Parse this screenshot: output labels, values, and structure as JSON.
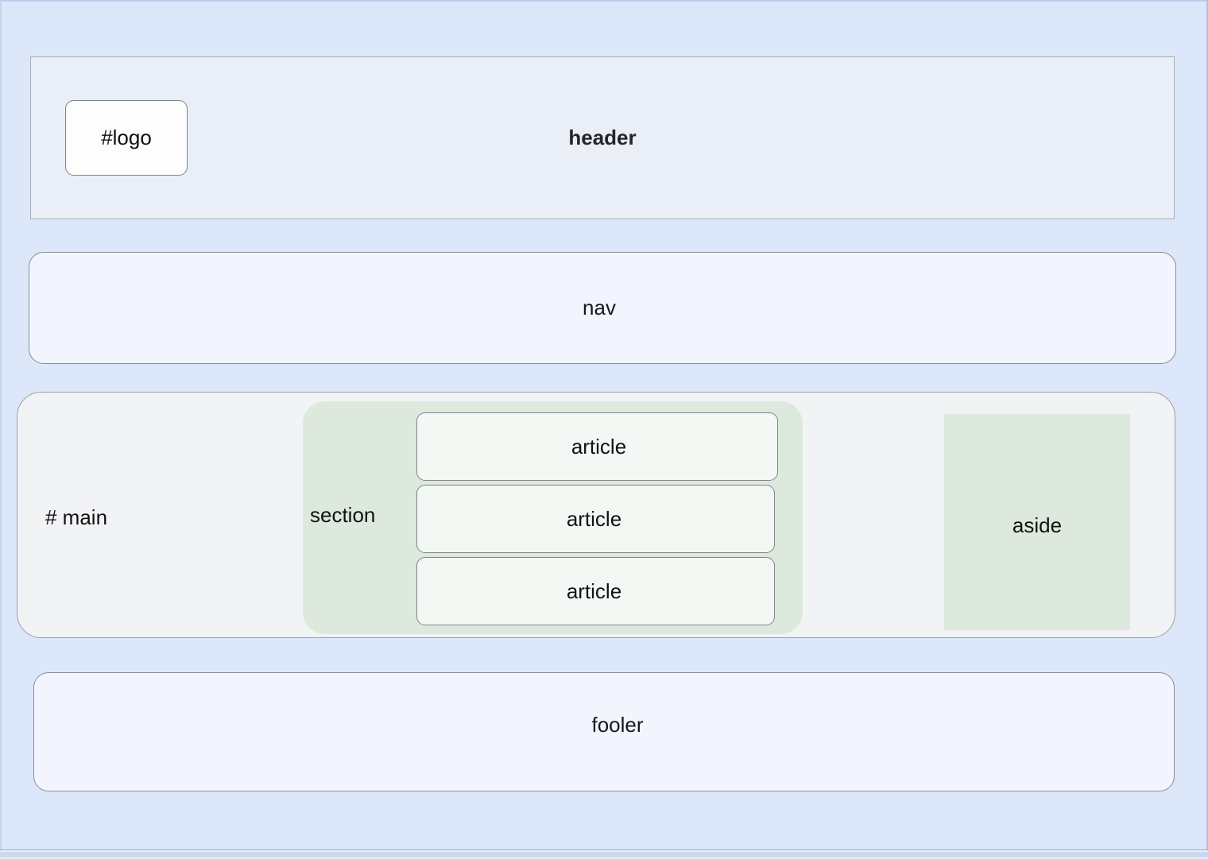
{
  "page": {
    "background_color": "#dce8fa",
    "title": "HTML5 semantic layout diagram"
  },
  "header": {
    "label": "header",
    "logo_label": "#logo",
    "background_color": "#eaeef7",
    "border_color": "#a9aeb8"
  },
  "nav": {
    "label": "nav",
    "background_color": "#f2f5fe",
    "border_color": "#898d93"
  },
  "main": {
    "label": "# main",
    "background_color": "#f2f3f5",
    "border_color": "#9a9ea4",
    "section": {
      "label": "section",
      "background_color": "#dde9dd",
      "articles": [
        {
          "label": "article"
        },
        {
          "label": "article"
        },
        {
          "label": "article"
        }
      ]
    },
    "aside": {
      "label": "aside",
      "background_color": "#dde9dd"
    }
  },
  "footer": {
    "label": "fooler",
    "background_color": "#f2f5fe",
    "border_color": "#8a8e94"
  },
  "scrollbar": {
    "orientation": "horizontal",
    "track_color": "#e7eefb",
    "thumb_color": "#ccd8ec"
  }
}
